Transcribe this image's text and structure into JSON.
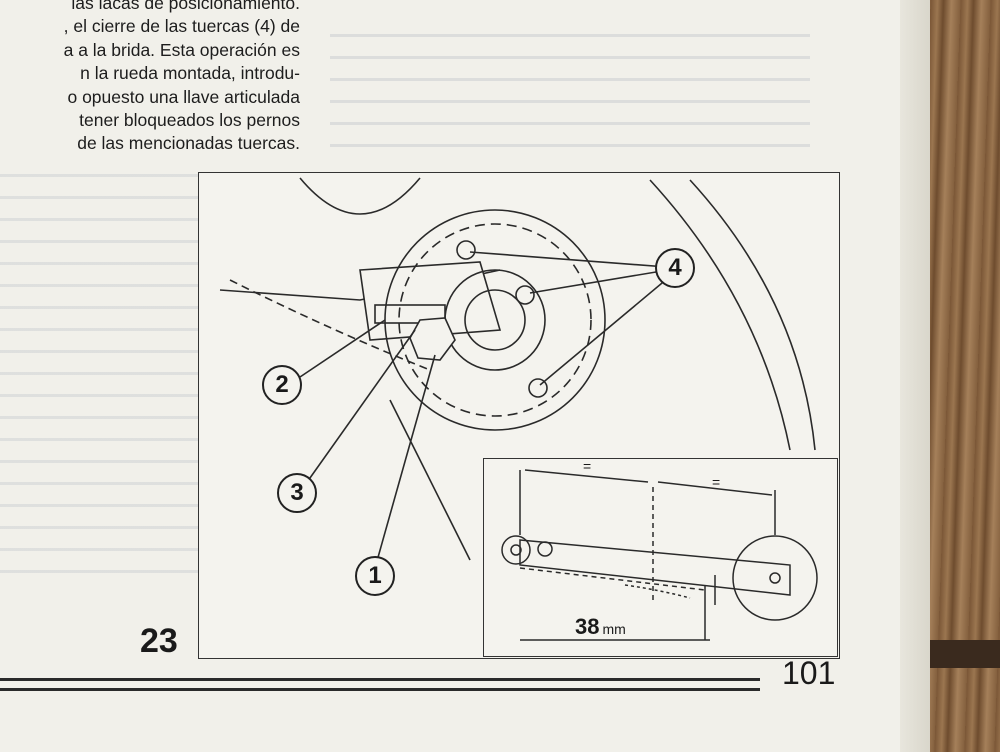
{
  "text_lines": [
    "las lacas de posicionamiento.",
    ", el cierre de las tuercas (4) de",
    "a a la brida. Esta operación es",
    "n la rueda montada, introdu-",
    "o opuesto una llave articulada",
    "tener bloqueados los pernos",
    "de las mencionadas tuercas."
  ],
  "figure": {
    "callouts": [
      "1",
      "2",
      "3",
      "4"
    ],
    "inset_equal_left": "=",
    "inset_equal_right": "=",
    "dimension_value": "38",
    "dimension_unit": "mm",
    "figure_number": "23"
  },
  "page_number": "101",
  "colors": {
    "paper": "#f1f0ea",
    "ink": "#1d1d1d",
    "bleed_through": "#c9ccd3",
    "wood": "#8a6a4a"
  }
}
